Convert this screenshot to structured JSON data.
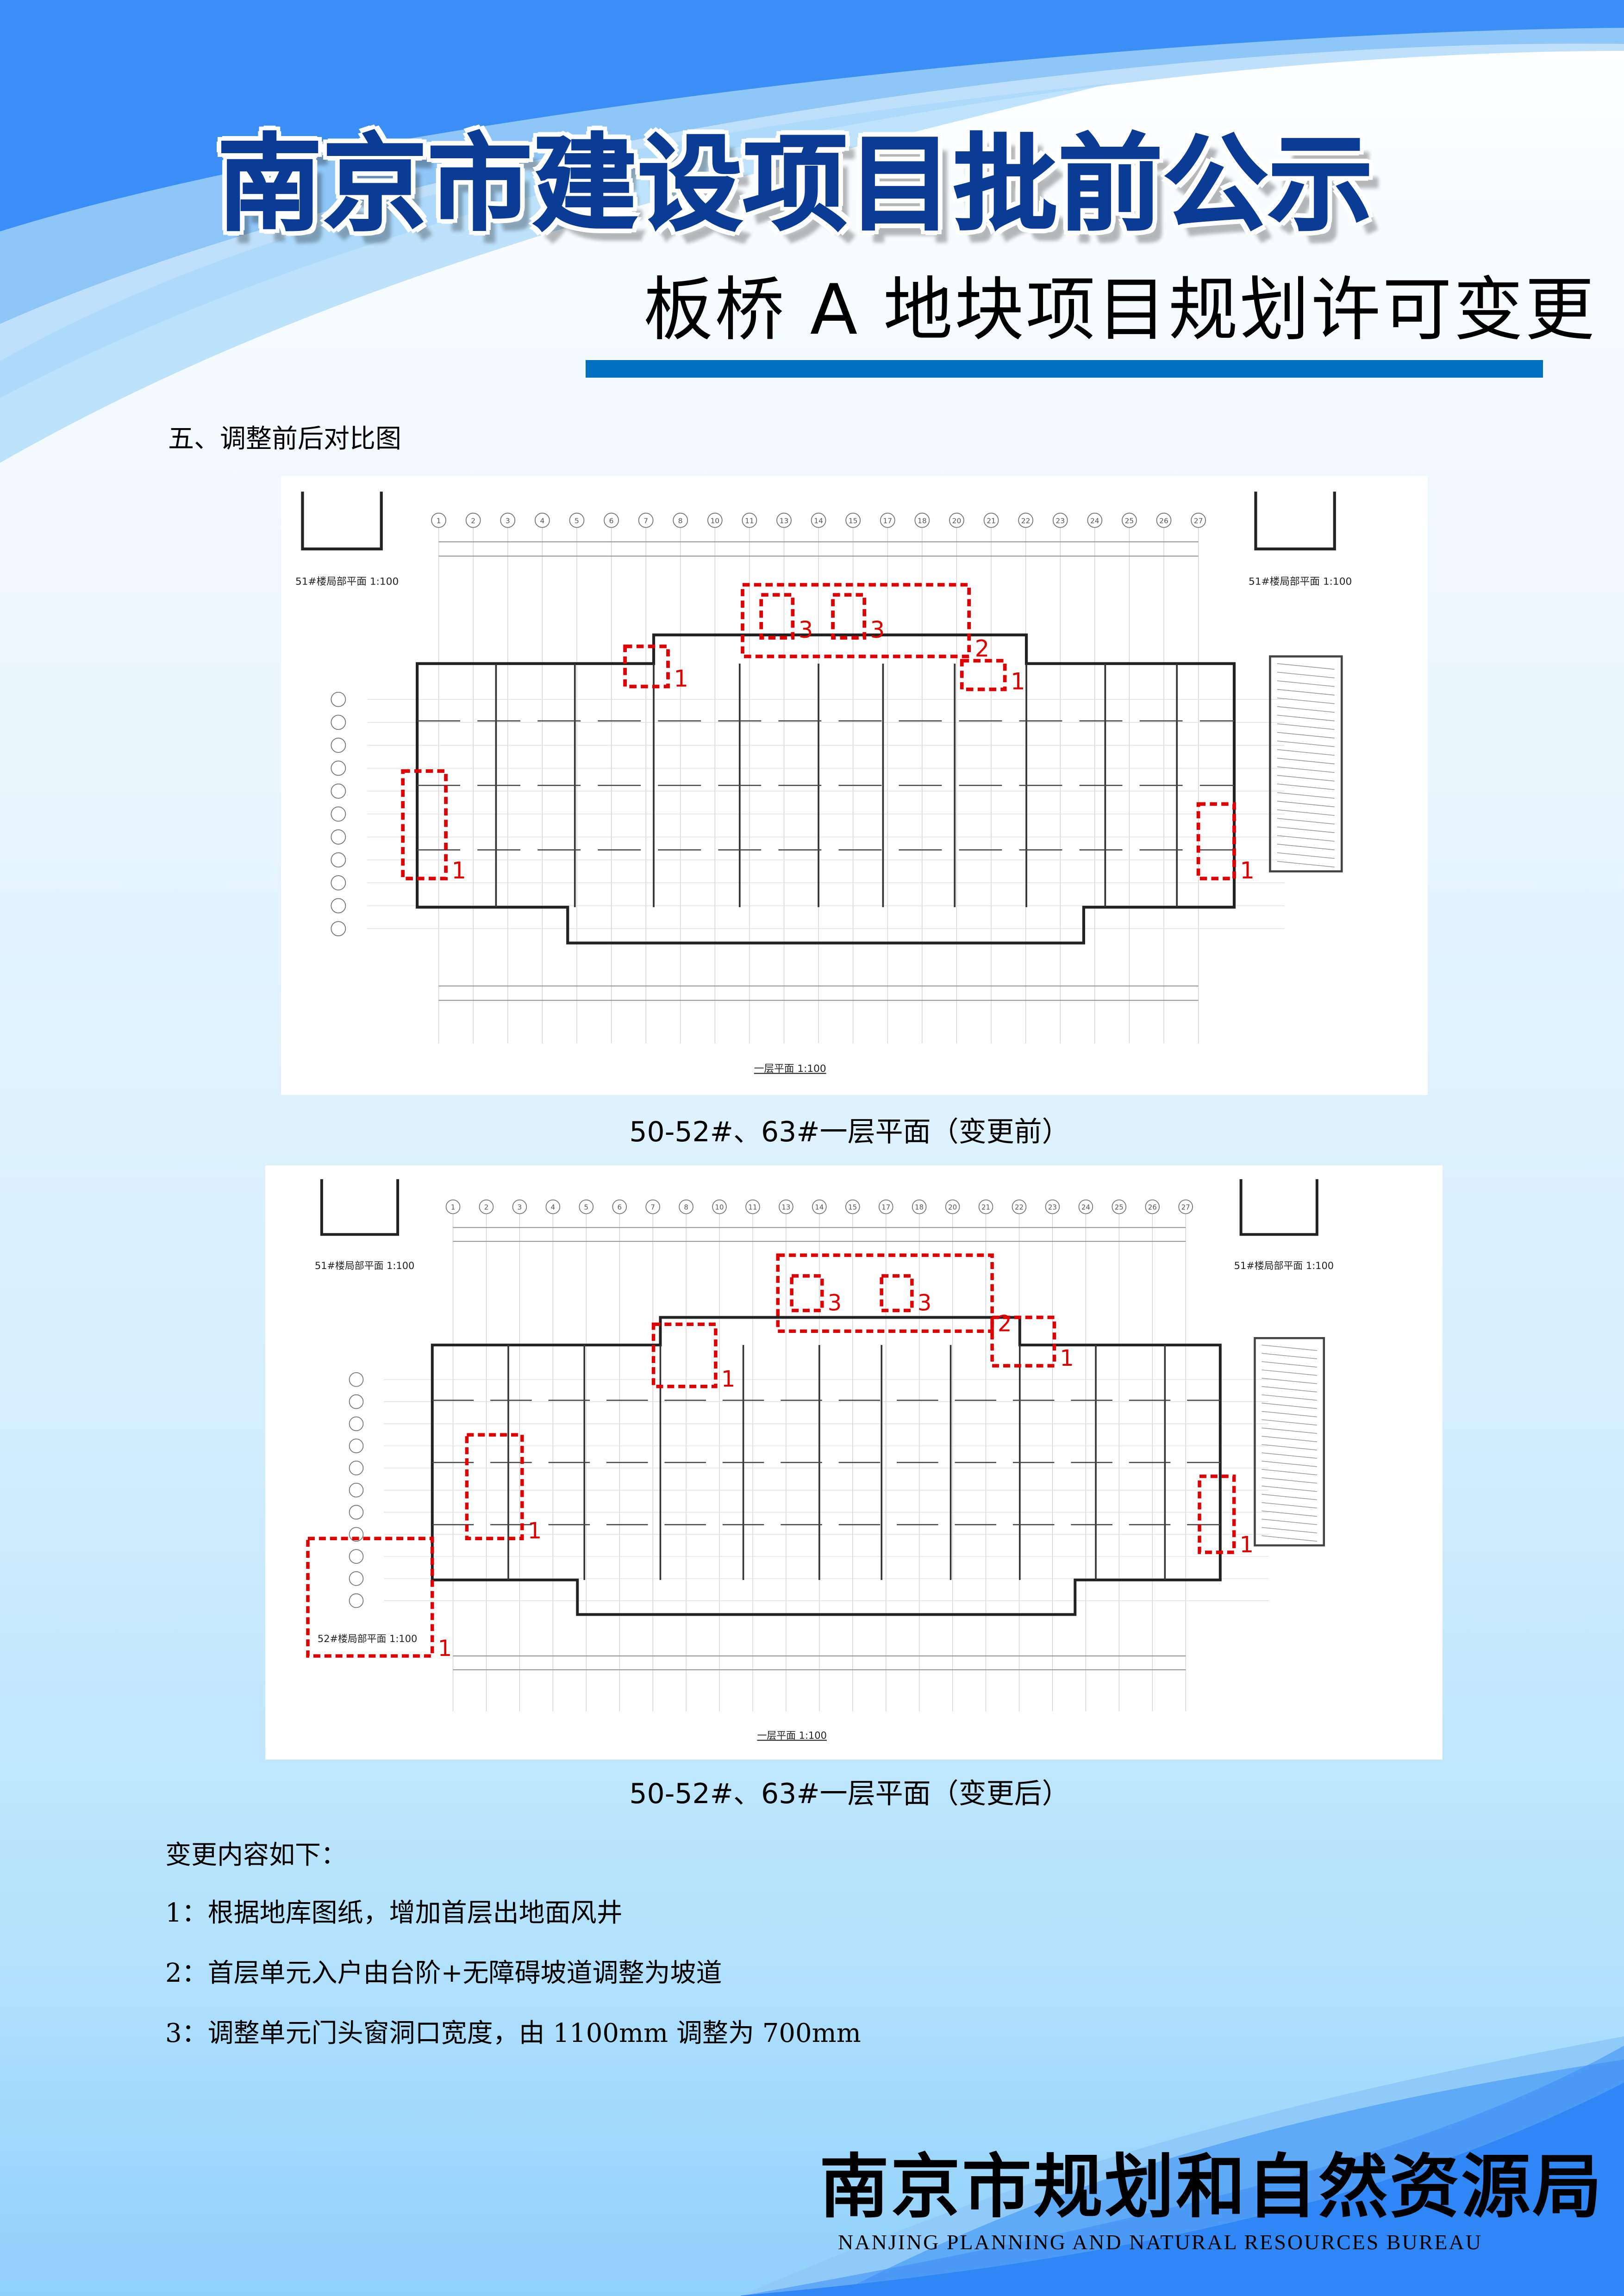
{
  "header": {
    "title": "南京市建设项目批前公示",
    "subtitle": "板桥 A 地块项目规划许可变更"
  },
  "section_heading": "五、调整前后对比图",
  "drawings": [
    {
      "caption": "50-52#、63#一层平面（变更前）",
      "plan_label": "一层平面 1:100",
      "left_detail_label": "51#楼局部平面 1:100",
      "right_detail_label": "51#楼局部平面 1:100",
      "markers": [
        "1",
        "1",
        "1",
        "1",
        "2",
        "3",
        "3"
      ]
    },
    {
      "caption": "50-52#、63#一层平面（变更后）",
      "plan_label": "一层平面 1:100",
      "left_detail_label": "51#楼局部平面 1:100",
      "right_detail_label": "51#楼局部平面 1:100",
      "extra_detail_label": "52#楼局部平面 1:100",
      "markers": [
        "1",
        "1",
        "1",
        "1",
        "1",
        "2",
        "3",
        "3"
      ]
    }
  ],
  "axis_labels": [
    "1",
    "2",
    "3",
    "4",
    "5",
    "6",
    "7",
    "8",
    "10",
    "11",
    "13",
    "14",
    "15",
    "17",
    "18",
    "20",
    "21",
    "22",
    "23",
    "24",
    "25",
    "26",
    "27"
  ],
  "notes": {
    "heading": "变更内容如下：",
    "items": [
      "1：根据地库图纸，增加首层出地面风井",
      "2：首层单元入户由台阶+无障碍坡道调整为坡道",
      "3：调整单元门头窗洞口宽度，由 1100mm 调整为 700mm"
    ]
  },
  "footer": {
    "org_cn": "南京市规划和自然资源局",
    "org_en": "NANJING PLANNING AND NATURAL RESOURCES BUREAU"
  },
  "colors": {
    "accent": "#0070c0",
    "title": "#0a3c96",
    "markup": "#e00000"
  }
}
